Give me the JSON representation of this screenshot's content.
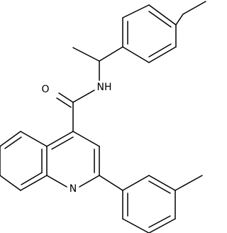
{
  "molecule": {
    "atoms": {
      "O": "O",
      "NH": "NH",
      "N": "N"
    }
  },
  "colors": {
    "background": "#ffffff",
    "bond": "#000000",
    "label": "#000000"
  }
}
